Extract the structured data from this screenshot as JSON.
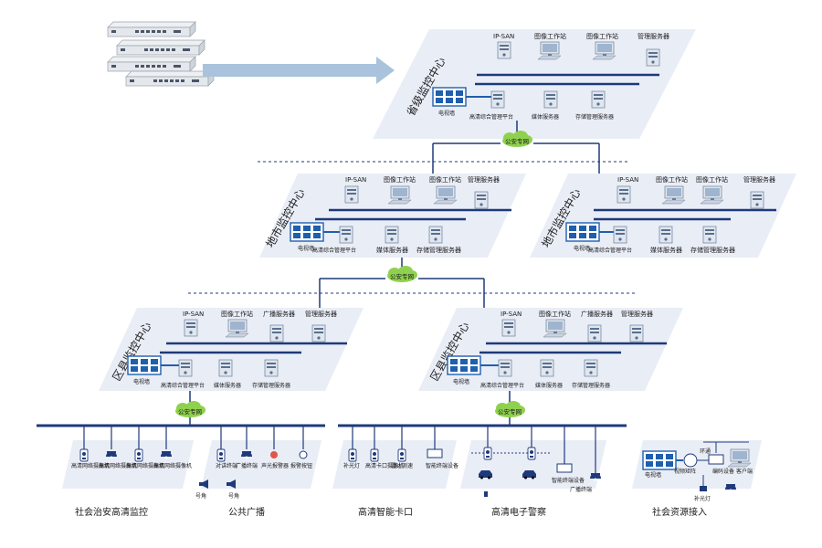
{
  "provincial": {
    "name": "省级监控中心",
    "top": [
      "IP-SAN",
      "图像工作站",
      "图像工作站",
      "管理服务器"
    ],
    "video_wall": "电视墙",
    "bottom": [
      "高清综合管理平台",
      "媒体服务器",
      "存储管理服务器"
    ]
  },
  "cloud_label": "公安专网",
  "city_left": {
    "name": "地市监控中心",
    "top": [
      "IP-SAN",
      "图像工作站",
      "图像工作站",
      "管理服务器"
    ],
    "video_wall": "电视墙",
    "bottom": [
      "高清综合管理平台",
      "媒体服务器",
      "存储管理服务器"
    ]
  },
  "city_right": {
    "name": "地市监控中心",
    "top": [
      "IP-SAN",
      "图像工作站",
      "图像工作站",
      "管理服务器"
    ],
    "video_wall": "电视墙",
    "bottom": [
      "高清综合管理平台",
      "媒体服务器",
      "存储管理服务器"
    ]
  },
  "district_left": {
    "name": "区县监控中心",
    "top": [
      "IP-SAN",
      "图像工作站",
      "广播服务器",
      "管理服务器"
    ],
    "video_wall": "电视墙",
    "bottom": [
      "高清综合管理平台",
      "媒体服务器",
      "存储管理服务器"
    ]
  },
  "district_right": {
    "name": "区县监控中心",
    "top": [
      "IP-SAN",
      "图像工作站",
      "广播服务器",
      "管理服务器"
    ],
    "video_wall": "电视墙",
    "bottom": [
      "高清综合管理平台",
      "媒体服务器",
      "存储管理服务器"
    ]
  },
  "groups": [
    {
      "title": "社会治安高清监控",
      "devices": [
        "高清网络摄像机",
        "高清网络摄像机",
        "高清网络摄像机",
        "高清网络摄像机"
      ]
    },
    {
      "title": "公共广播",
      "devices": [
        "对讲终端",
        "广播终端",
        "声光报警器",
        "报警按钮"
      ],
      "speakers": [
        "号角",
        "号角"
      ]
    },
    {
      "title": "高清智能卡口",
      "devices": [
        "补光灯",
        "高清卡口摄像机",
        "雷达测速",
        "智能终端设备"
      ]
    },
    {
      "title": "高清电子警察",
      "devices": [
        "智能终端设备",
        "广播终端"
      ]
    },
    {
      "title": "社会资源接入",
      "devices": [
        "电视墙",
        "视频矩阵",
        "环通",
        "编码设备",
        "客户端",
        "补光灯"
      ]
    }
  ],
  "colors": {
    "panel": "#e9edf6",
    "bus": "#1f3a7a",
    "arrow": "#a9c3dc",
    "cloud": "#8fd14f",
    "wall": "#1f5fae"
  }
}
